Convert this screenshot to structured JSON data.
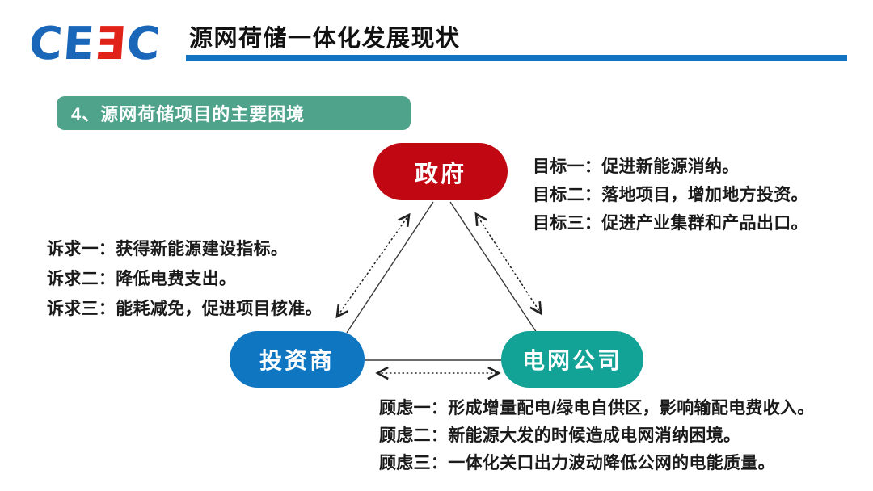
{
  "header": {
    "logo_text": "CEEC",
    "logo_letters": {
      "l1": "C",
      "l2": "E",
      "l3": "E",
      "l4": "C"
    },
    "title": "源网荷储一体化发展现状"
  },
  "section_badge": "4、源网荷储项目的主要困境",
  "diagram": {
    "nodes": {
      "government": {
        "label": "政府",
        "color": "#c00712"
      },
      "investor": {
        "label": "投资商",
        "color": "#0f76c2"
      },
      "grid_company": {
        "label": "电网公司",
        "color": "#12a296"
      }
    },
    "goals": [
      "目标一：促进新能源消纳。",
      "目标二：落地项目，增加地方投资。",
      "目标三：促进产业集群和产品出口。"
    ],
    "demands": [
      "诉求一：获得新能源建设指标。",
      "诉求二：降低电费支出。",
      "诉求三：能耗减免，促进项目核准。"
    ],
    "concerns": [
      "顾虑一：形成增量配电/绿电自供区，影响输配电费收入。",
      "顾虑二：新能源大发的时候造成电网消纳困境。",
      "顾虑三：一体化关口出力波动降低公网的电能质量。"
    ]
  },
  "colors": {
    "accent_blue": "#1474c4",
    "badge_green": "#4fa38b",
    "node_red": "#c00712",
    "node_blue": "#0f76c2",
    "node_teal": "#12a296",
    "logo_blue": "#1a66b8",
    "logo_red": "#e02318"
  }
}
